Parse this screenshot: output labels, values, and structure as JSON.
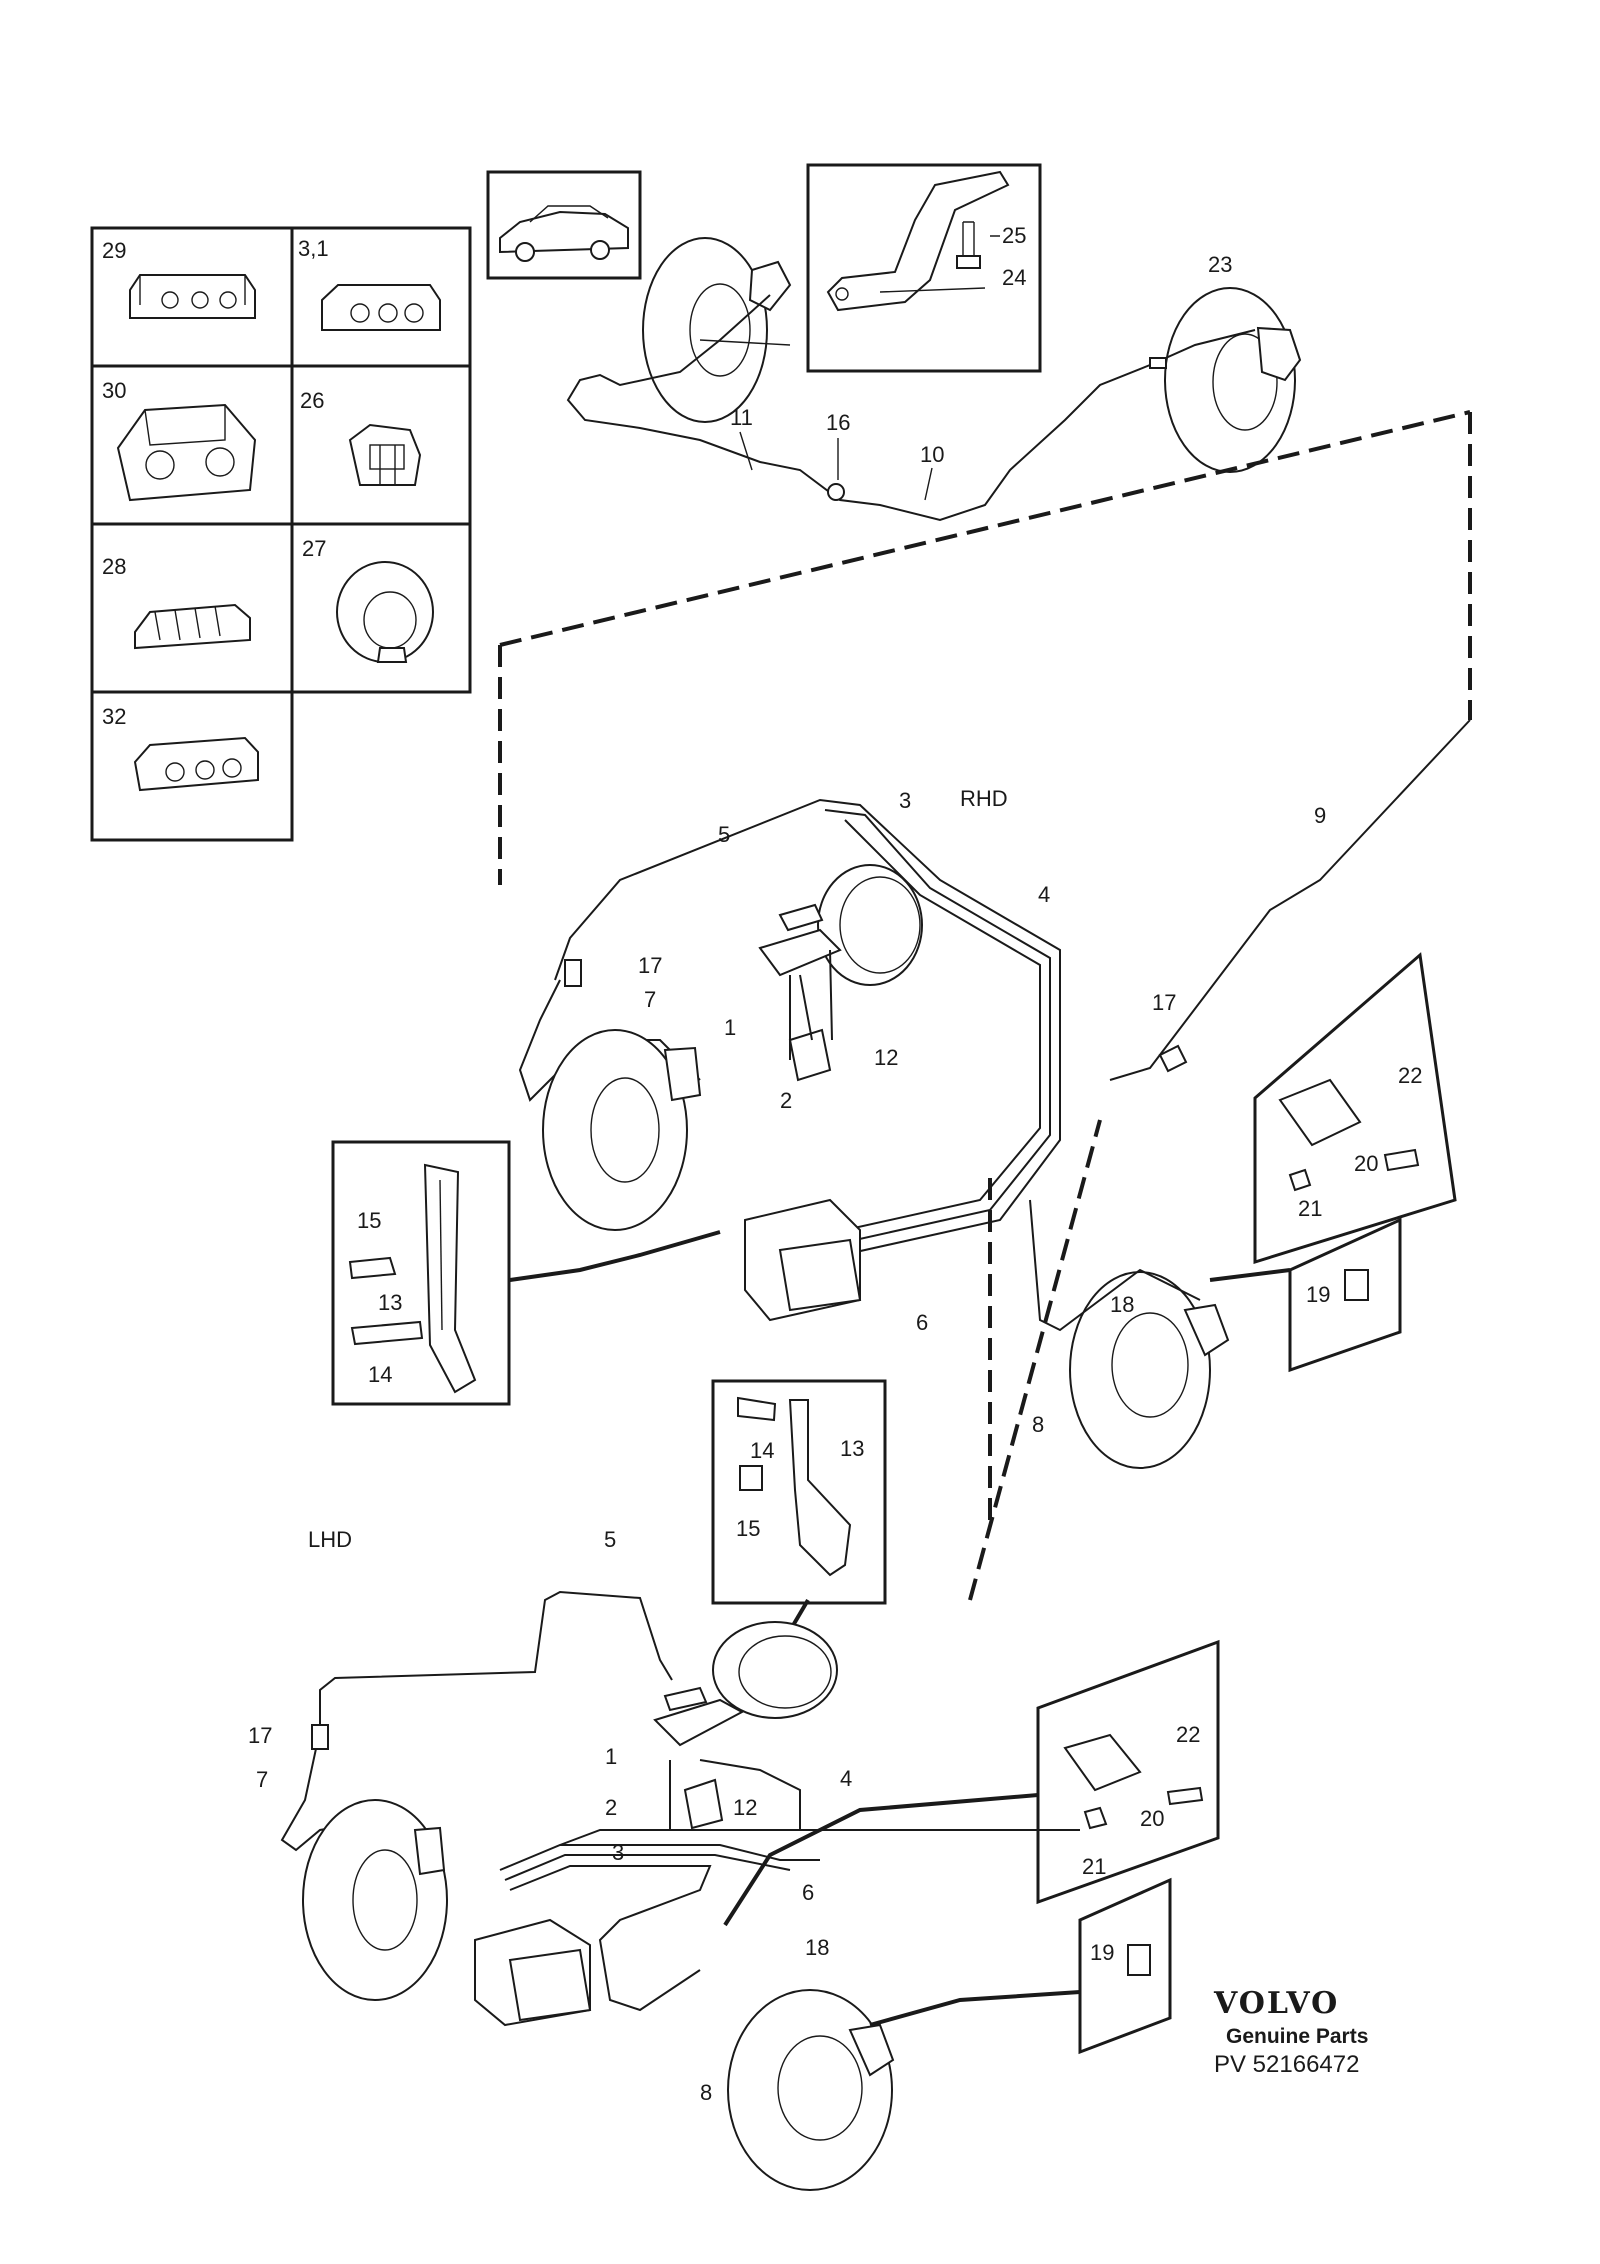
{
  "labels": {
    "l29": "29",
    "l31": "3,1",
    "l30": "30",
    "l26": "26",
    "l28": "28",
    "l27": "27",
    "l32": "32",
    "l23": "23",
    "l25": "25",
    "l24": "24",
    "l11": "11",
    "l16": "16",
    "l10": "10",
    "rhd": "RHD",
    "r3": "3",
    "r5": "5",
    "r9": "9",
    "r4": "4",
    "r17a": "17",
    "r7": "7",
    "r1": "1",
    "r12": "12",
    "r2": "2",
    "r17b": "17",
    "r22": "22",
    "r20": "20",
    "r21": "21",
    "r15": "15",
    "r13": "13",
    "r14": "14",
    "r6": "6",
    "r18": "18",
    "r19": "19",
    "r8": "8",
    "b14": "14",
    "b13": "13",
    "b15": "15",
    "lhd": "LHD",
    "h5": "5",
    "h17": "17",
    "h7": "7",
    "h1": "1",
    "h4": "4",
    "h2": "2",
    "h12": "12",
    "h3": "3",
    "h6": "6",
    "h22": "22",
    "h20": "20",
    "h21": "21",
    "h18": "18",
    "h19": "19",
    "h8": "8"
  },
  "brand": {
    "name": "VOLVO",
    "tagline": "Genuine Parts",
    "code": "PV 52166472"
  },
  "colors": {
    "ink": "#1a1a1a",
    "paper": "#ffffff"
  }
}
